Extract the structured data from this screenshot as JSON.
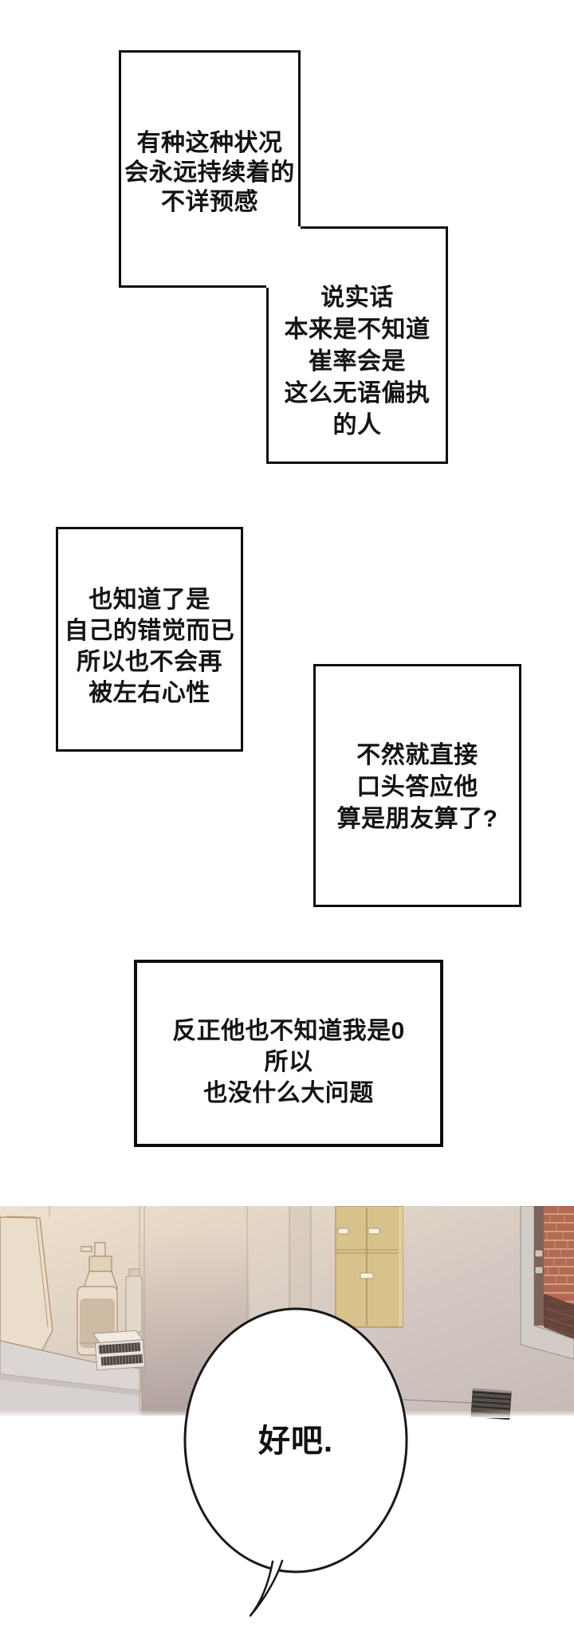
{
  "panels": {
    "box1": {
      "lines": [
        "有种这种状况",
        "会永远持续着的",
        "不详预感"
      ]
    },
    "box2": {
      "lines": [
        "说实话",
        "本来是不知道",
        "崔率会是",
        "这么无语偏执",
        "的人"
      ]
    },
    "box3": {
      "lines": [
        "也知道了是",
        "自己的错觉而已",
        "所以也不会再",
        "被左右心性"
      ]
    },
    "box4": {
      "lines": [
        "不然就直接",
        "口头答应他",
        "算是朋友算了?"
      ]
    },
    "box5": {
      "lines": [
        "反正他也不知道我是0",
        "所以",
        "也没什么大问题"
      ]
    }
  },
  "bubble": {
    "text": "好吧."
  },
  "palette": {
    "ink": "#141414",
    "wall_warm": "#ecdfcb",
    "wall_gray": "#c7bcb8",
    "cabinet_tan": "#d8c28c",
    "brick_red": "#b26a50",
    "brick_mortar": "#d7a58a",
    "brick_dark": "#5b3f37",
    "counter_pale": "#dcd6d3",
    "grate_dark": "#4e4944",
    "bubble_outline": "#191919"
  }
}
